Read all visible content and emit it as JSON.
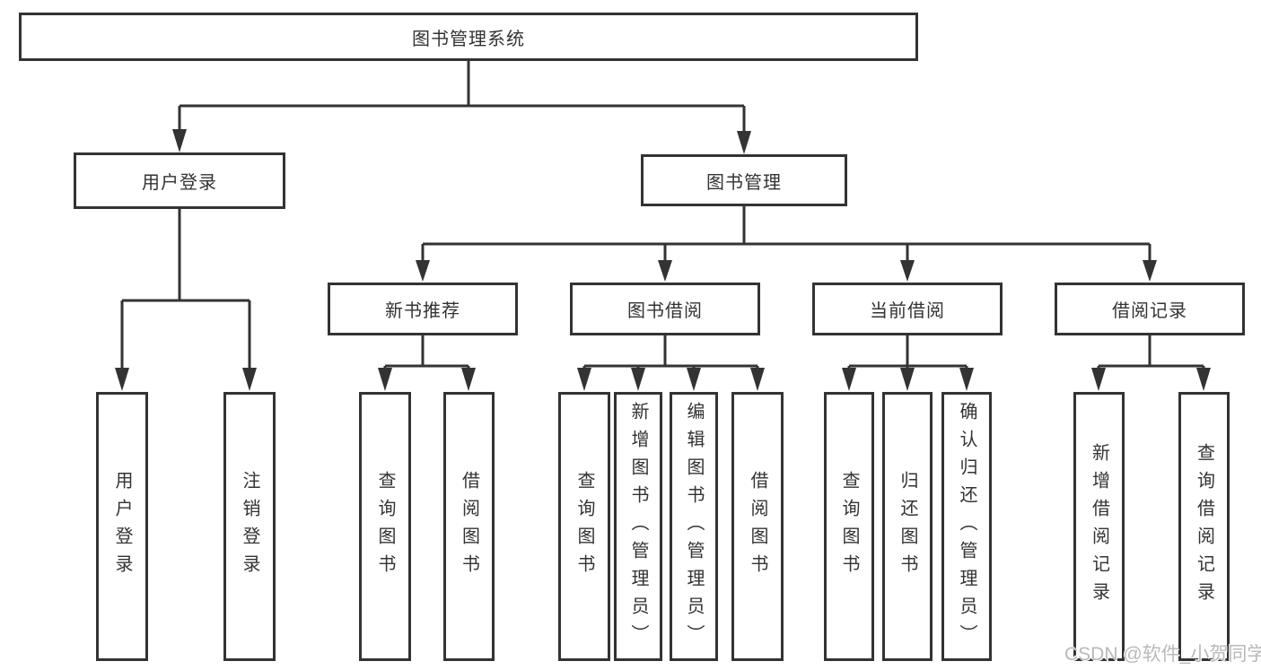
{
  "colors": {
    "line": "#333333",
    "text": "#333333",
    "watermark": "#b9b9b9",
    "background": "#ffffff"
  },
  "watermark": {
    "text": "CSDN @软件_小贺同学"
  },
  "diagram": {
    "root": {
      "label": "图书管理系统"
    },
    "branches": [
      {
        "label": "用户登录",
        "children": [
          {
            "label": "用户登录"
          },
          {
            "label": "注销登录"
          }
        ]
      },
      {
        "label": "图书管理",
        "children": [
          {
            "label": "新书推荐",
            "children": [
              {
                "label": "查询图书"
              },
              {
                "label": "借阅图书"
              }
            ]
          },
          {
            "label": "图书借阅",
            "children": [
              {
                "label": "查询图书"
              },
              {
                "label": "新增图书（管理员）"
              },
              {
                "label": "编辑图书（管理员）"
              },
              {
                "label": "借阅图书"
              }
            ]
          },
          {
            "label": "当前借阅",
            "children": [
              {
                "label": "查询图书"
              },
              {
                "label": "归还图书"
              },
              {
                "label": "确认归还（管理员）"
              }
            ]
          },
          {
            "label": "借阅记录",
            "children": [
              {
                "label": "新增借阅记录"
              },
              {
                "label": "查询借阅记录"
              }
            ]
          }
        ]
      }
    ]
  }
}
